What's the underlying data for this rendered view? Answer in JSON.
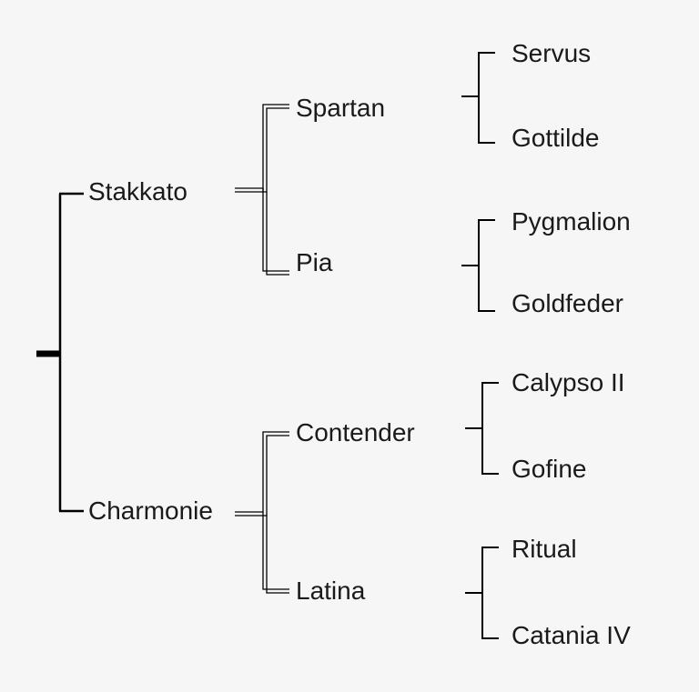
{
  "tree": {
    "level1": [
      {
        "label": "Stakkato"
      },
      {
        "label": "Charmonie"
      }
    ],
    "level2": [
      {
        "label": "Spartan"
      },
      {
        "label": "Pia"
      },
      {
        "label": "Contender"
      },
      {
        "label": "Latina"
      }
    ],
    "level3": [
      {
        "label": "Servus"
      },
      {
        "label": "Gottilde"
      },
      {
        "label": "Pygmalion"
      },
      {
        "label": "Goldfeder"
      },
      {
        "label": "Calypso II"
      },
      {
        "label": "Gofine"
      },
      {
        "label": "Ritual"
      },
      {
        "label": "Catania IV"
      }
    ]
  },
  "colors": {
    "background": "#f6f6f6",
    "line": "#000000",
    "text": "#1a1a1a"
  }
}
